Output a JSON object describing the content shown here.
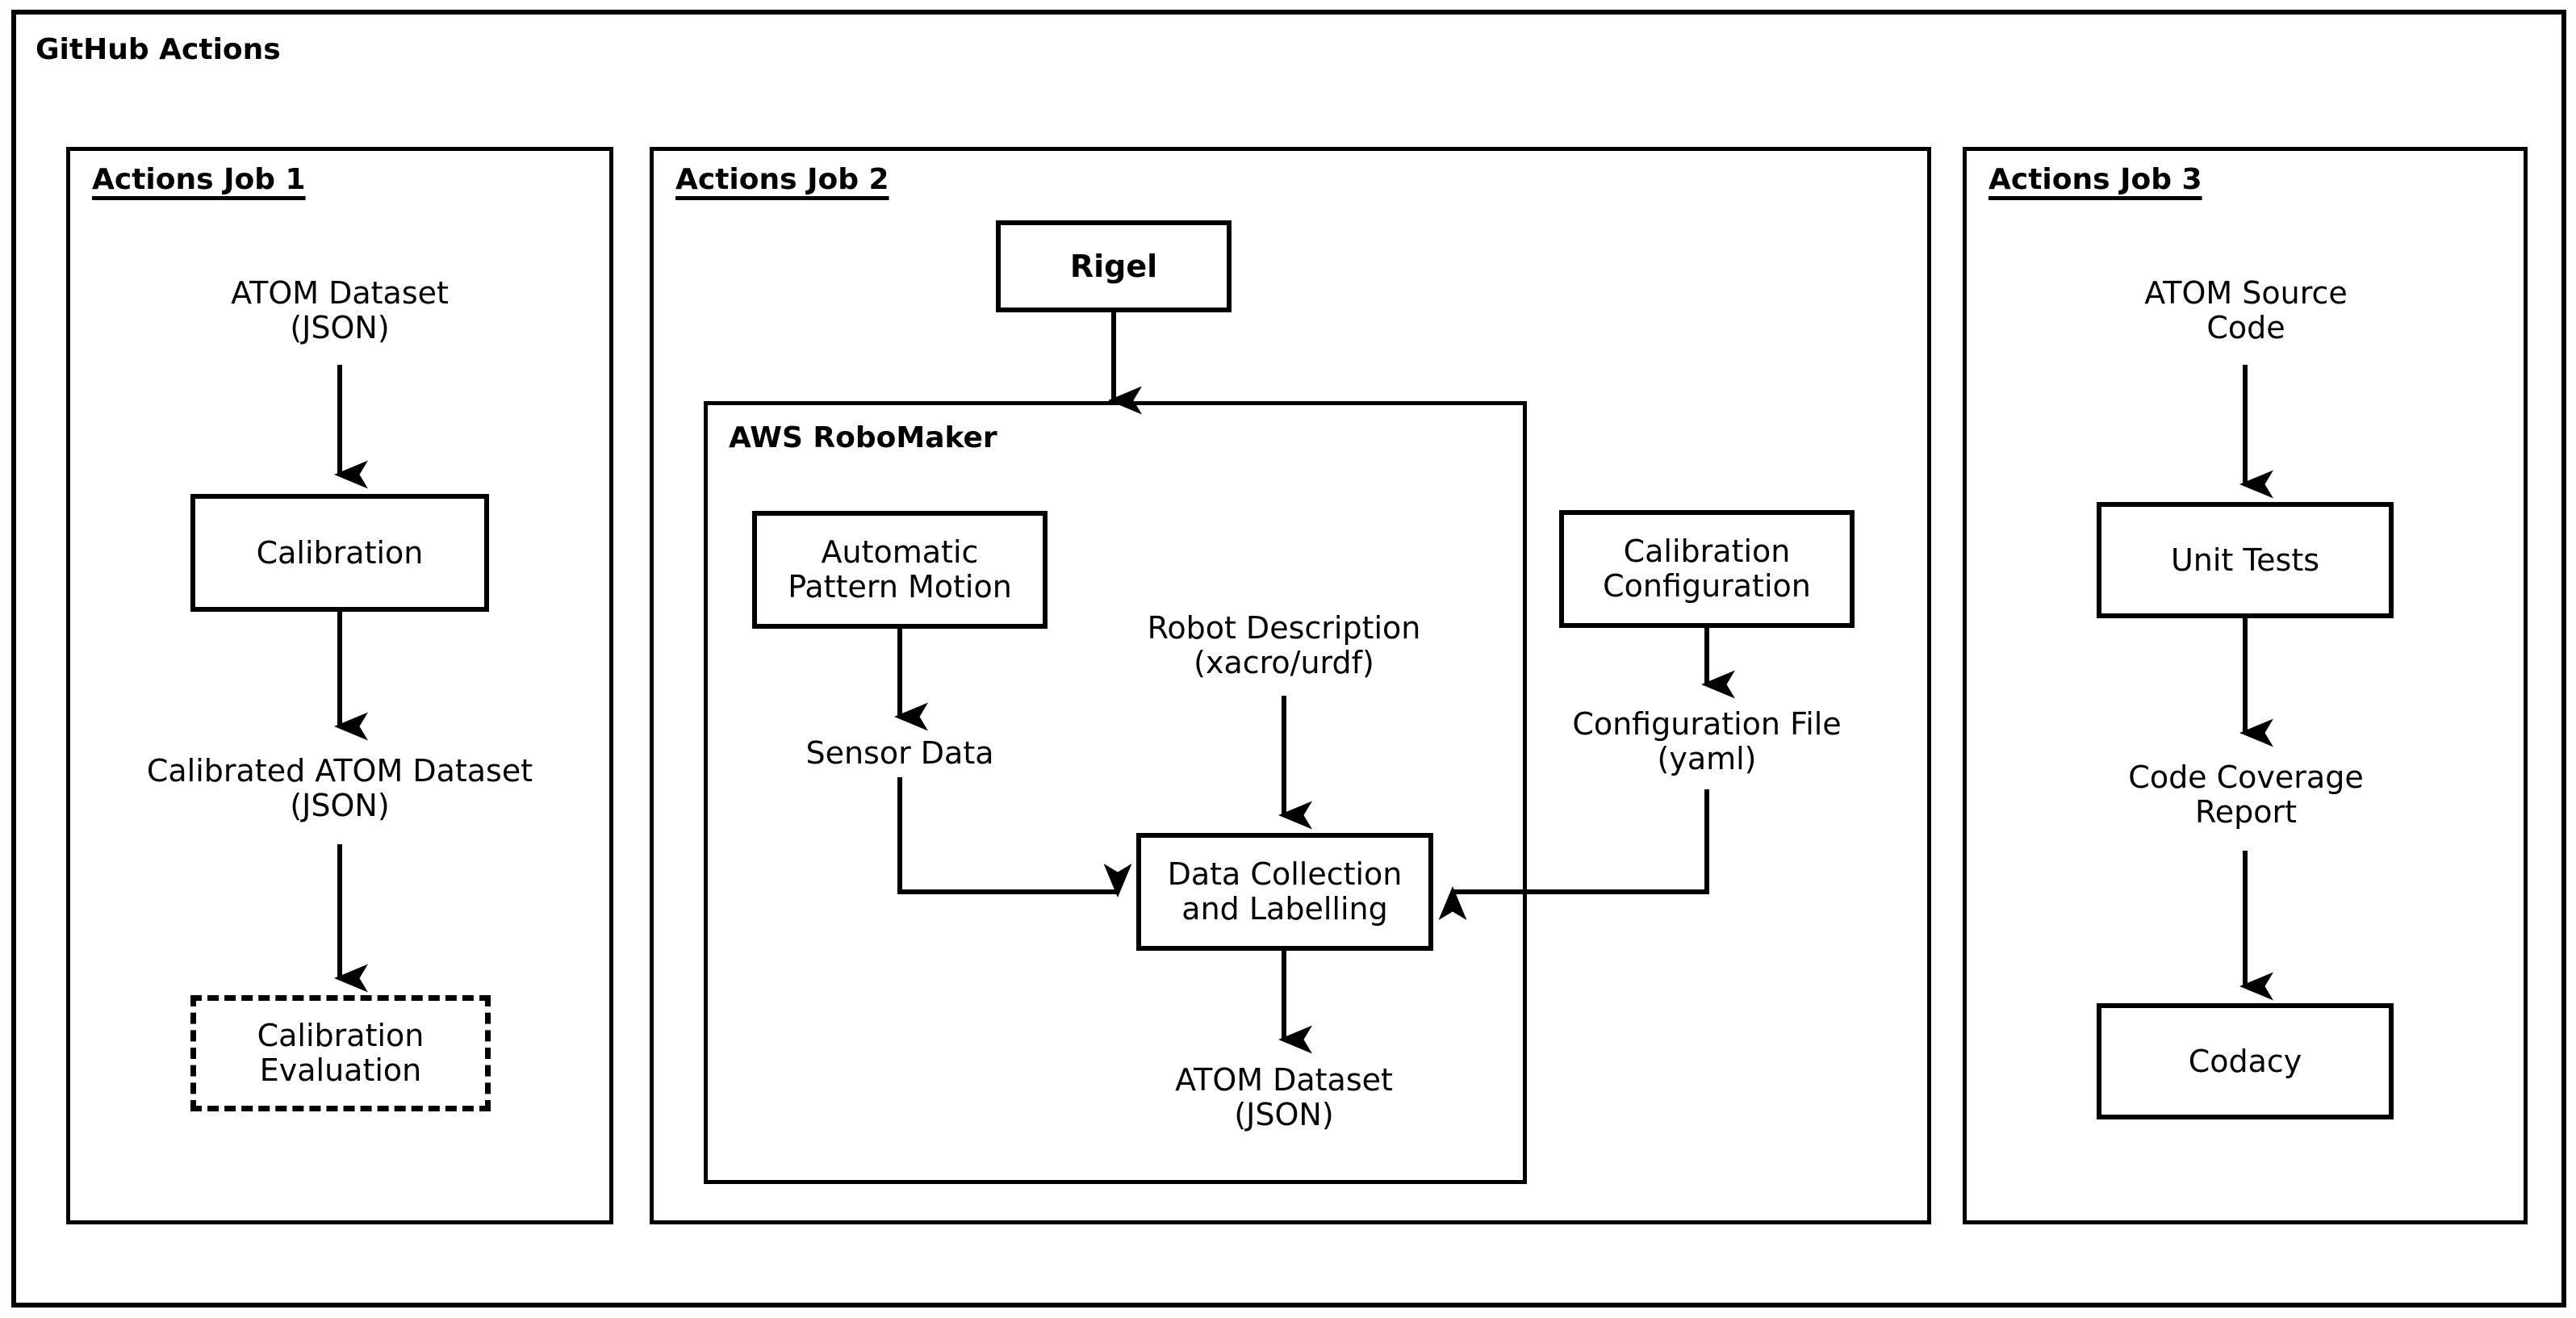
{
  "outer_frame": {
    "title": "GitHub Actions"
  },
  "jobs": [
    {
      "title": "Actions Job 1",
      "nodes": [
        {
          "name": "atom-dataset-label",
          "text": "ATOM Dataset\n(JSON)",
          "kind": "label"
        },
        {
          "name": "calibration-box",
          "text": "Calibration",
          "kind": "box"
        },
        {
          "name": "calibrated-atom-dataset-label",
          "text": "Calibrated ATOM Dataset\n(JSON)",
          "kind": "label"
        },
        {
          "name": "calibration-evaluation-box",
          "text": "Calibration\nEvaluation",
          "kind": "box-dashed"
        }
      ]
    },
    {
      "title": "Actions Job 2",
      "nodes": [
        {
          "name": "rigel-box",
          "text": "Rigel",
          "kind": "box-bold"
        },
        {
          "name": "aws-robomaker-frame",
          "text": "AWS RoboMaker",
          "kind": "frame"
        },
        {
          "name": "automatic-pattern-motion-box",
          "text": "Automatic\nPattern Motion",
          "kind": "box"
        },
        {
          "name": "sensor-data-label",
          "text": "Sensor Data",
          "kind": "label"
        },
        {
          "name": "robot-description-label",
          "text": "Robot Description\n(xacro/urdf)",
          "kind": "label"
        },
        {
          "name": "calibration-configuration-box",
          "text": "Calibration\nConfiguration",
          "kind": "box"
        },
        {
          "name": "configuration-file-label",
          "text": "Configuration File\n(yaml)",
          "kind": "label"
        },
        {
          "name": "data-collection-and-labelling-box",
          "text": "Data Collection\nand Labelling",
          "kind": "box"
        },
        {
          "name": "atom-dataset-output-label",
          "text": "ATOM Dataset\n(JSON)",
          "kind": "label"
        }
      ]
    },
    {
      "title": "Actions Job 3",
      "nodes": [
        {
          "name": "atom-source-code-label",
          "text": "ATOM Source\nCode",
          "kind": "label"
        },
        {
          "name": "unit-tests-box",
          "text": "Unit Tests",
          "kind": "box"
        },
        {
          "name": "code-coverage-report-label",
          "text": "Code Coverage\nReport",
          "kind": "label"
        },
        {
          "name": "codacy-box",
          "text": "Codacy",
          "kind": "box"
        }
      ]
    }
  ],
  "colors": {
    "stroke": "#000000",
    "background": "#ffffff"
  }
}
